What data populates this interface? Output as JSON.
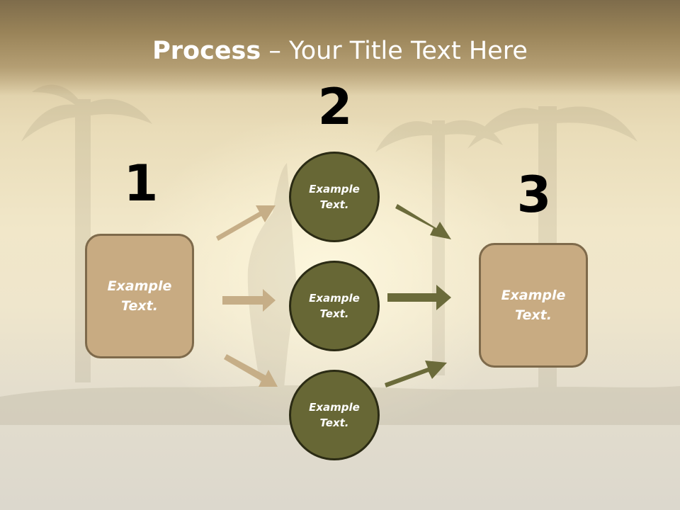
{
  "title": {
    "bold": "Process",
    "rest": " – Your Title Text Here"
  },
  "steps": {
    "one": {
      "number": "1",
      "text": "Example Text."
    },
    "two": {
      "number": "2"
    },
    "three": {
      "number": "3",
      "text": "Example Text."
    }
  },
  "circles": [
    {
      "text": "Example Text."
    },
    {
      "text": "Example Text."
    },
    {
      "text": "Example Text."
    }
  ],
  "colors": {
    "box_fill": "#c8ab82",
    "box_border": "#7e6a4b",
    "circle_fill": "#676735",
    "circle_border": "#2b2b14",
    "left_arrow": "#c6ae87",
    "right_arrow": "#6b6b3a"
  }
}
